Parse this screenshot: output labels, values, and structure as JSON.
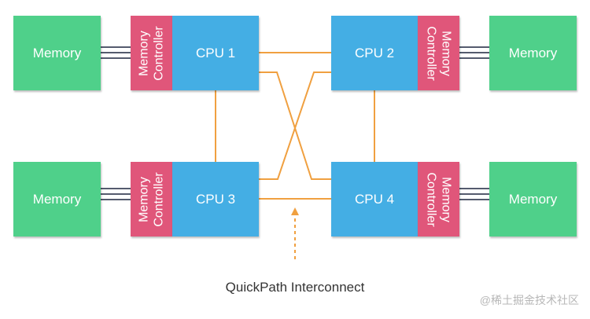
{
  "colors": {
    "memory": "#4fd08a",
    "cpu": "#44aee4",
    "memory_controller": "#e0567a",
    "interconnect": "#f0a040",
    "bus_lines": "#555b6e"
  },
  "nodes": {
    "cpu1": {
      "label": "CPU 1"
    },
    "cpu2": {
      "label": "CPU 2"
    },
    "cpu3": {
      "label": "CPU 3"
    },
    "cpu4": {
      "label": "CPU 4"
    },
    "memory_label": "Memory",
    "mc_line1": "Memory",
    "mc_line2": "Controller"
  },
  "caption": "QuickPath Interconnect",
  "watermark": "@稀土掘金技术社区"
}
